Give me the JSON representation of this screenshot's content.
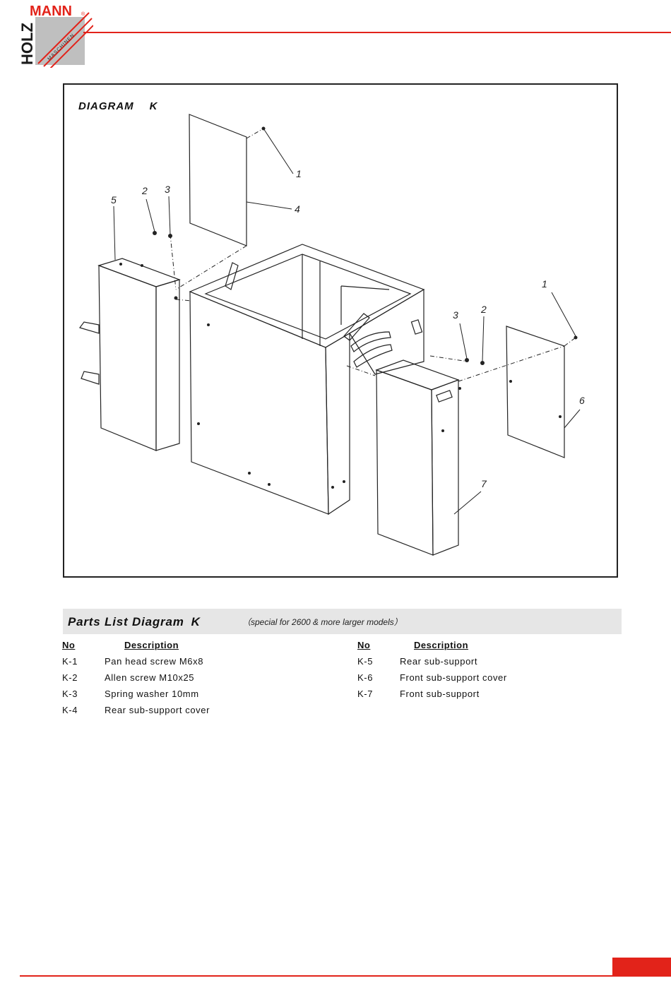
{
  "brand": {
    "holz": "HOLZ",
    "mann": "MANN",
    "maschinen": "MASCHINEN",
    "registered": "®",
    "accent_color": "#e2231a"
  },
  "diagram": {
    "title": "DIAGRAM",
    "letter": "K",
    "callouts": {
      "c1_top": "1",
      "c4": "4",
      "c2_left": "2",
      "c3_left": "3",
      "c5": "5",
      "c1_right": "1",
      "c3_right": "3",
      "c2_right": "2",
      "c6": "6",
      "c7": "7"
    }
  },
  "parts_list": {
    "title": "Parts List Diagram",
    "letter": "K",
    "subtitle": "（special for 2600 & more larger models）",
    "col_no": "No",
    "col_desc": "Description",
    "left_items": [
      {
        "no": "K-1",
        "desc": "Pan head screw M6x8"
      },
      {
        "no": "K-2",
        "desc": "Allen screw M10x25"
      },
      {
        "no": "K-3",
        "desc": "Spring washer 10mm"
      },
      {
        "no": "K-4",
        "desc": "Rear sub-support cover"
      }
    ],
    "right_items": [
      {
        "no": "K-5",
        "desc": "Rear sub-support"
      },
      {
        "no": "K-6",
        "desc": "Front sub-support cover"
      },
      {
        "no": "K-7",
        "desc": "Front sub-support"
      }
    ]
  }
}
